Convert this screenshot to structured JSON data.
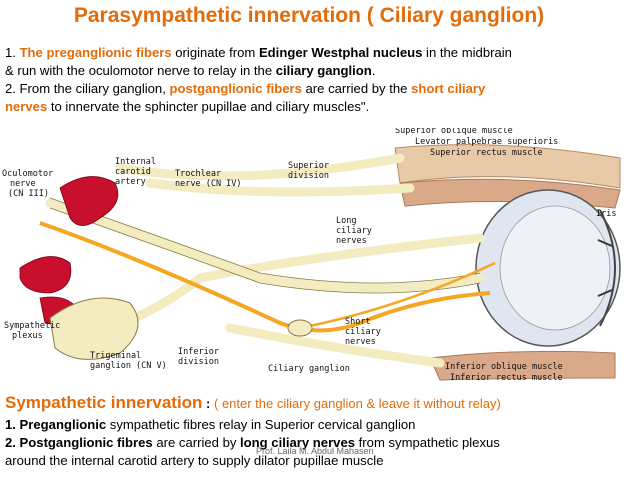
{
  "title": "Parasympathetic innervation ( Ciliary ganglion)",
  "para1": {
    "num": "1.",
    "t1": "The preganglionic fibers",
    "t2": " originate from ",
    "t3": "Edinger Westphal nucleus",
    "t4": " in the midbrain",
    "t5": "& run with the oculomotor nerve to relay in  the ",
    "t6": "ciliary ganglion",
    "t7": "."
  },
  "para2": {
    "num": "2.",
    "t1": "  From the ciliary ganglion, ",
    "t2": "postganglionic fibers",
    "t3": " are carried by the ",
    "t4": "short ciliary",
    "t5": "nerves",
    "t6": " to innervate the sphincter pupillae and ciliary muscles\"."
  },
  "diagram_labels": {
    "superior_oblique": "Superior oblique muscle",
    "levator": "Levator palpebrae superioris",
    "superior_rectus": "Superior rectus muscle",
    "internal_carotid": [
      "Internal",
      "carotid",
      "artery"
    ],
    "oculomotor": [
      "Oculomotor",
      "nerve",
      "(CN III)"
    ],
    "trochlear": [
      "Trochlear",
      "nerve (CN IV)"
    ],
    "superior_division": [
      "Superior",
      "division"
    ],
    "long_ciliary": [
      "Long",
      "ciliary",
      "nerves"
    ],
    "iris": "Iris",
    "short_ciliary": [
      "Short",
      "ciliary",
      "nerves"
    ],
    "sympathetic_plexus": [
      "Sympathetic",
      "plexus"
    ],
    "trigeminal": [
      "Trigeminal",
      "ganglion (CN V)"
    ],
    "inferior_division": [
      "Inferior",
      "division"
    ],
    "ciliary_ganglion": "Ciliary ganglion",
    "inferior_oblique": "Inferior oblique muscle",
    "inferior_rectus": "Inferior rectus muscle"
  },
  "sympathetic": {
    "title": "Sympathetic innervation",
    "colon": " : ",
    "note": "( enter the ciliary ganglion & leave it without relay)",
    "l1a": "1. Preganglionic",
    "l1b": " sympathetic fibres relay in  Superior cervical ganglion",
    "l2a": "2. Postganglionic fibres",
    "l2b": " are carried by ",
    "l2c": "long ciliary nerves",
    "l2d": " from sympathetic plexus",
    "l3": "around the internal carotid artery to supply dilator pupillae muscle"
  },
  "footer": "Prof. Laila M. Abdul Mahasen"
}
